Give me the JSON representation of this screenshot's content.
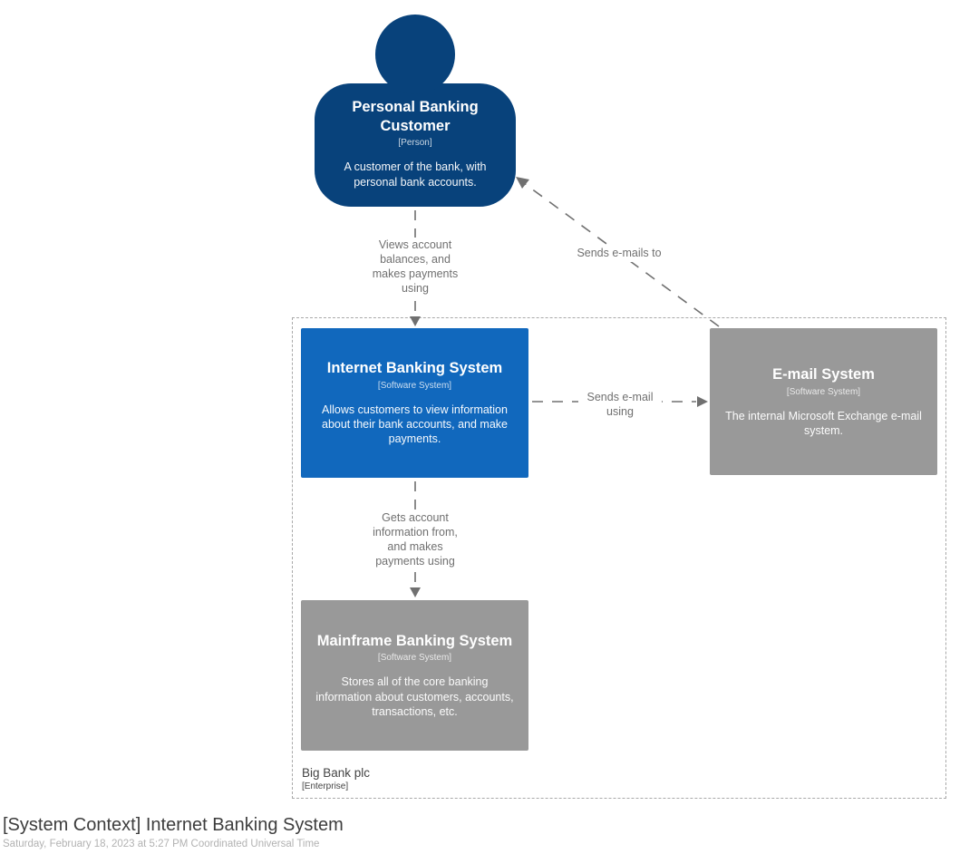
{
  "title": "[System Context] Internet Banking System",
  "subtitle": "Saturday, February 18, 2023 at 5:27 PM Coordinated Universal Time",
  "enterprise": {
    "name": "Big Bank plc",
    "meta": "[Enterprise]"
  },
  "nodes": {
    "customer": {
      "name": "Personal Banking Customer",
      "meta": "[Person]",
      "description": "A customer of the bank, with personal bank accounts."
    },
    "internet_banking": {
      "name": "Internet Banking System",
      "meta": "[Software System]",
      "description": "Allows customers to view information about their bank accounts, and make payments."
    },
    "email": {
      "name": "E-mail System",
      "meta": "[Software System]",
      "description": "The internal Microsoft Exchange e-mail system."
    },
    "mainframe": {
      "name": "Mainframe Banking System",
      "meta": "[Software System]",
      "description": "Stores all of the core banking information about customers, accounts, transactions, etc."
    }
  },
  "relationships": {
    "customer_to_internet_banking": "Views account balances, and makes payments using",
    "email_to_customer": "Sends e-mails to",
    "internet_banking_to_email": "Sends e-mail using",
    "internet_banking_to_mainframe": "Gets account information from, and makes payments using"
  },
  "colors": {
    "person": "#08427b",
    "software_system": "#1168bd",
    "external_system": "#999999",
    "relationship": "#707070",
    "boundary": "#a9a9a9"
  }
}
